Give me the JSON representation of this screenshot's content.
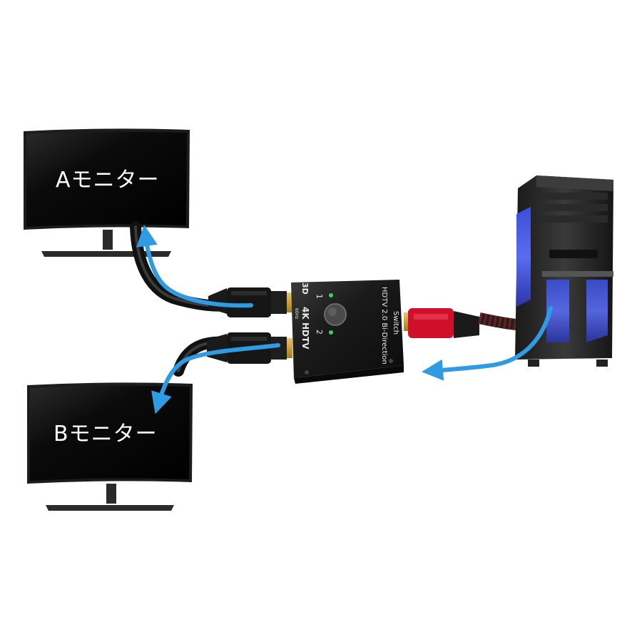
{
  "monitor_a": {
    "label": "Aモニター"
  },
  "monitor_b": {
    "label": "Bモニター"
  },
  "switch": {
    "model_line1": "HDTV 2.0 Bi-Direction",
    "model_line2": "Switch",
    "badge_3d": "3D",
    "badge_4k": "4K",
    "badge_hdtv": "HDTV",
    "badge_sub": "60Hz",
    "port_1": "1",
    "port_2": "2"
  },
  "colors": {
    "arrow": "#2f9be3",
    "screen": "#0a0a0a",
    "cable_red": "#d0102a",
    "led": "#3ad16a"
  },
  "icons": [
    "monitor-icon",
    "computer-tower-icon",
    "hdmi-switch-icon",
    "flow-arrow-icon"
  ]
}
